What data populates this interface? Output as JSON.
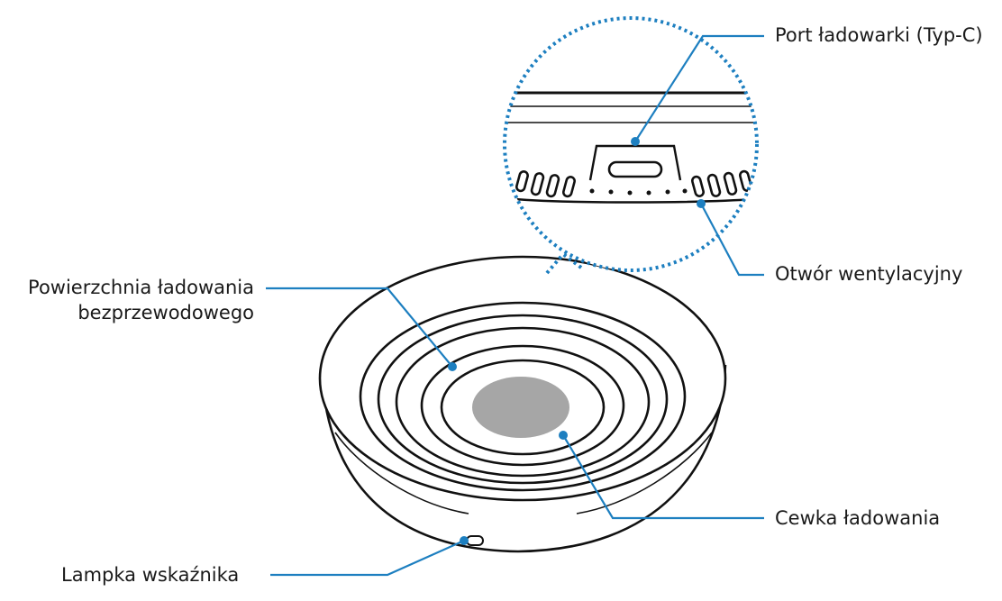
{
  "labels": {
    "charger_port": "Port ładowarki (Typ-C)",
    "vent": "Otwór wentylacyjny",
    "surface_line1": "Powierzchnia ładowania",
    "surface_line2": "bezprzewodowego",
    "coil": "Cewka ładowania",
    "indicator": "Lampka wskaźnika"
  },
  "colors": {
    "leader": "#1d7fc0",
    "outline": "#111111",
    "coil_fill": "#a6a6a6",
    "zoom_border": "#1d7fc0"
  }
}
